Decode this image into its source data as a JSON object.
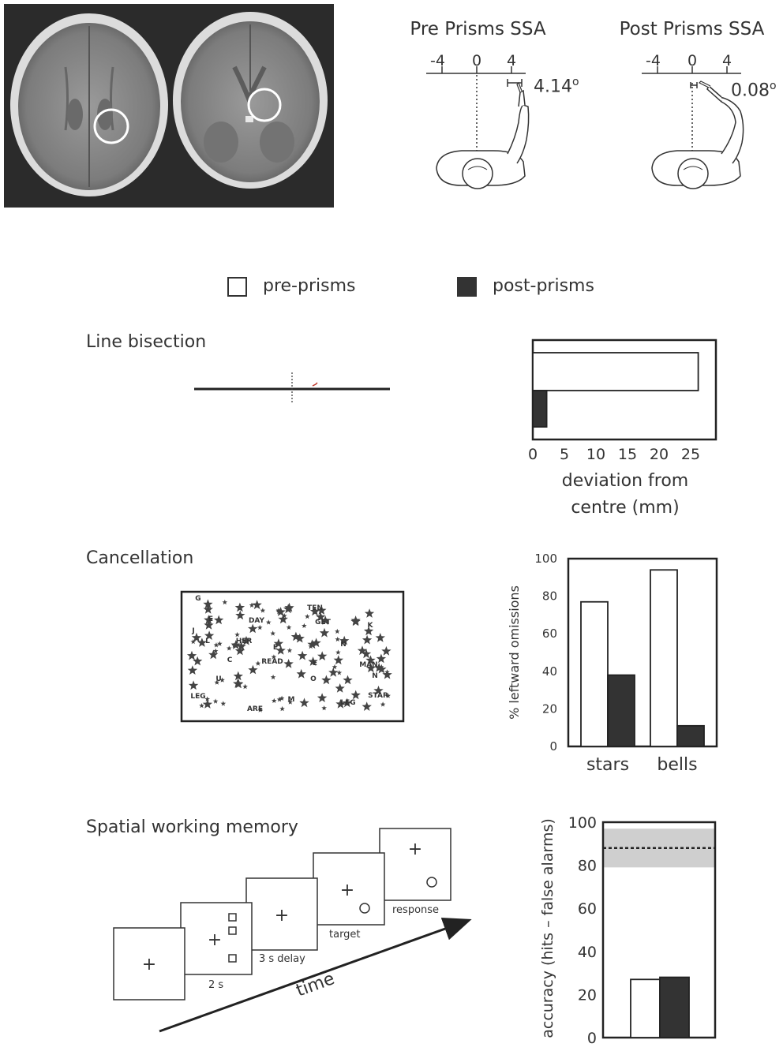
{
  "ssa": {
    "pre_title": "Pre Prisms SSA",
    "post_title": "Post Prisms SSA",
    "pre_value": "4.14",
    "post_value": "0.08",
    "degree_symbol": "o",
    "scale_ticks": [
      "-4",
      "0",
      "4"
    ],
    "pre_deviation_deg": 4.14,
    "post_deviation_deg": 0.08
  },
  "legend": {
    "pre": "pre-prisms",
    "post": "post-prisms",
    "pre_color": "#ffffff",
    "post_color": "#333333"
  },
  "panels": {
    "line_bisection": "Line bisection",
    "cancellation": "Cancellation",
    "spatial_wm": "Spatial working memory"
  },
  "cancellation_words": [
    "G",
    "E",
    "DAY",
    "TEN",
    "GET",
    "K",
    "J",
    "L",
    "HER",
    "E",
    "N",
    "C",
    "READ",
    "E",
    "MAN",
    "U",
    "O",
    "N",
    "LEG",
    "M",
    "STAR",
    "LEG",
    "ARE"
  ],
  "swm": {
    "frames": [
      "2 s",
      "3 s delay",
      "target",
      "response"
    ],
    "time_label": "time"
  },
  "chart_data": [
    {
      "type": "bar",
      "orientation": "horizontal",
      "categories": [
        "pre-prisms",
        "post-prisms"
      ],
      "values": [
        26.2,
        2.2
      ],
      "xticks": [
        "0",
        "5",
        "10",
        "15",
        "20",
        "25"
      ],
      "xlim": [
        0,
        29
      ],
      "xlabel_line1": "deviation from",
      "xlabel_line2": "centre (mm)",
      "colors": [
        "#ffffff",
        "#333333"
      ]
    },
    {
      "type": "bar",
      "categories": [
        "stars",
        "bells"
      ],
      "series": [
        {
          "name": "pre-prisms",
          "values": [
            77,
            94
          ]
        },
        {
          "name": "post-prisms",
          "values": [
            38,
            11
          ]
        }
      ],
      "yticks": [
        "0",
        "20",
        "40",
        "60",
        "80",
        "100"
      ],
      "ylim": [
        0,
        100
      ],
      "ylabel": "% leftward omissions"
    },
    {
      "type": "bar",
      "categories": [
        "pre-prisms",
        "post-prisms"
      ],
      "values": [
        27,
        28
      ],
      "yticks": [
        "0",
        "20",
        "40",
        "60",
        "80",
        "100"
      ],
      "ylim": [
        0,
        100
      ],
      "ylabel": "accuracy (hits – false alarms)",
      "normal_mean": 88,
      "normal_range": [
        79,
        97
      ]
    }
  ]
}
